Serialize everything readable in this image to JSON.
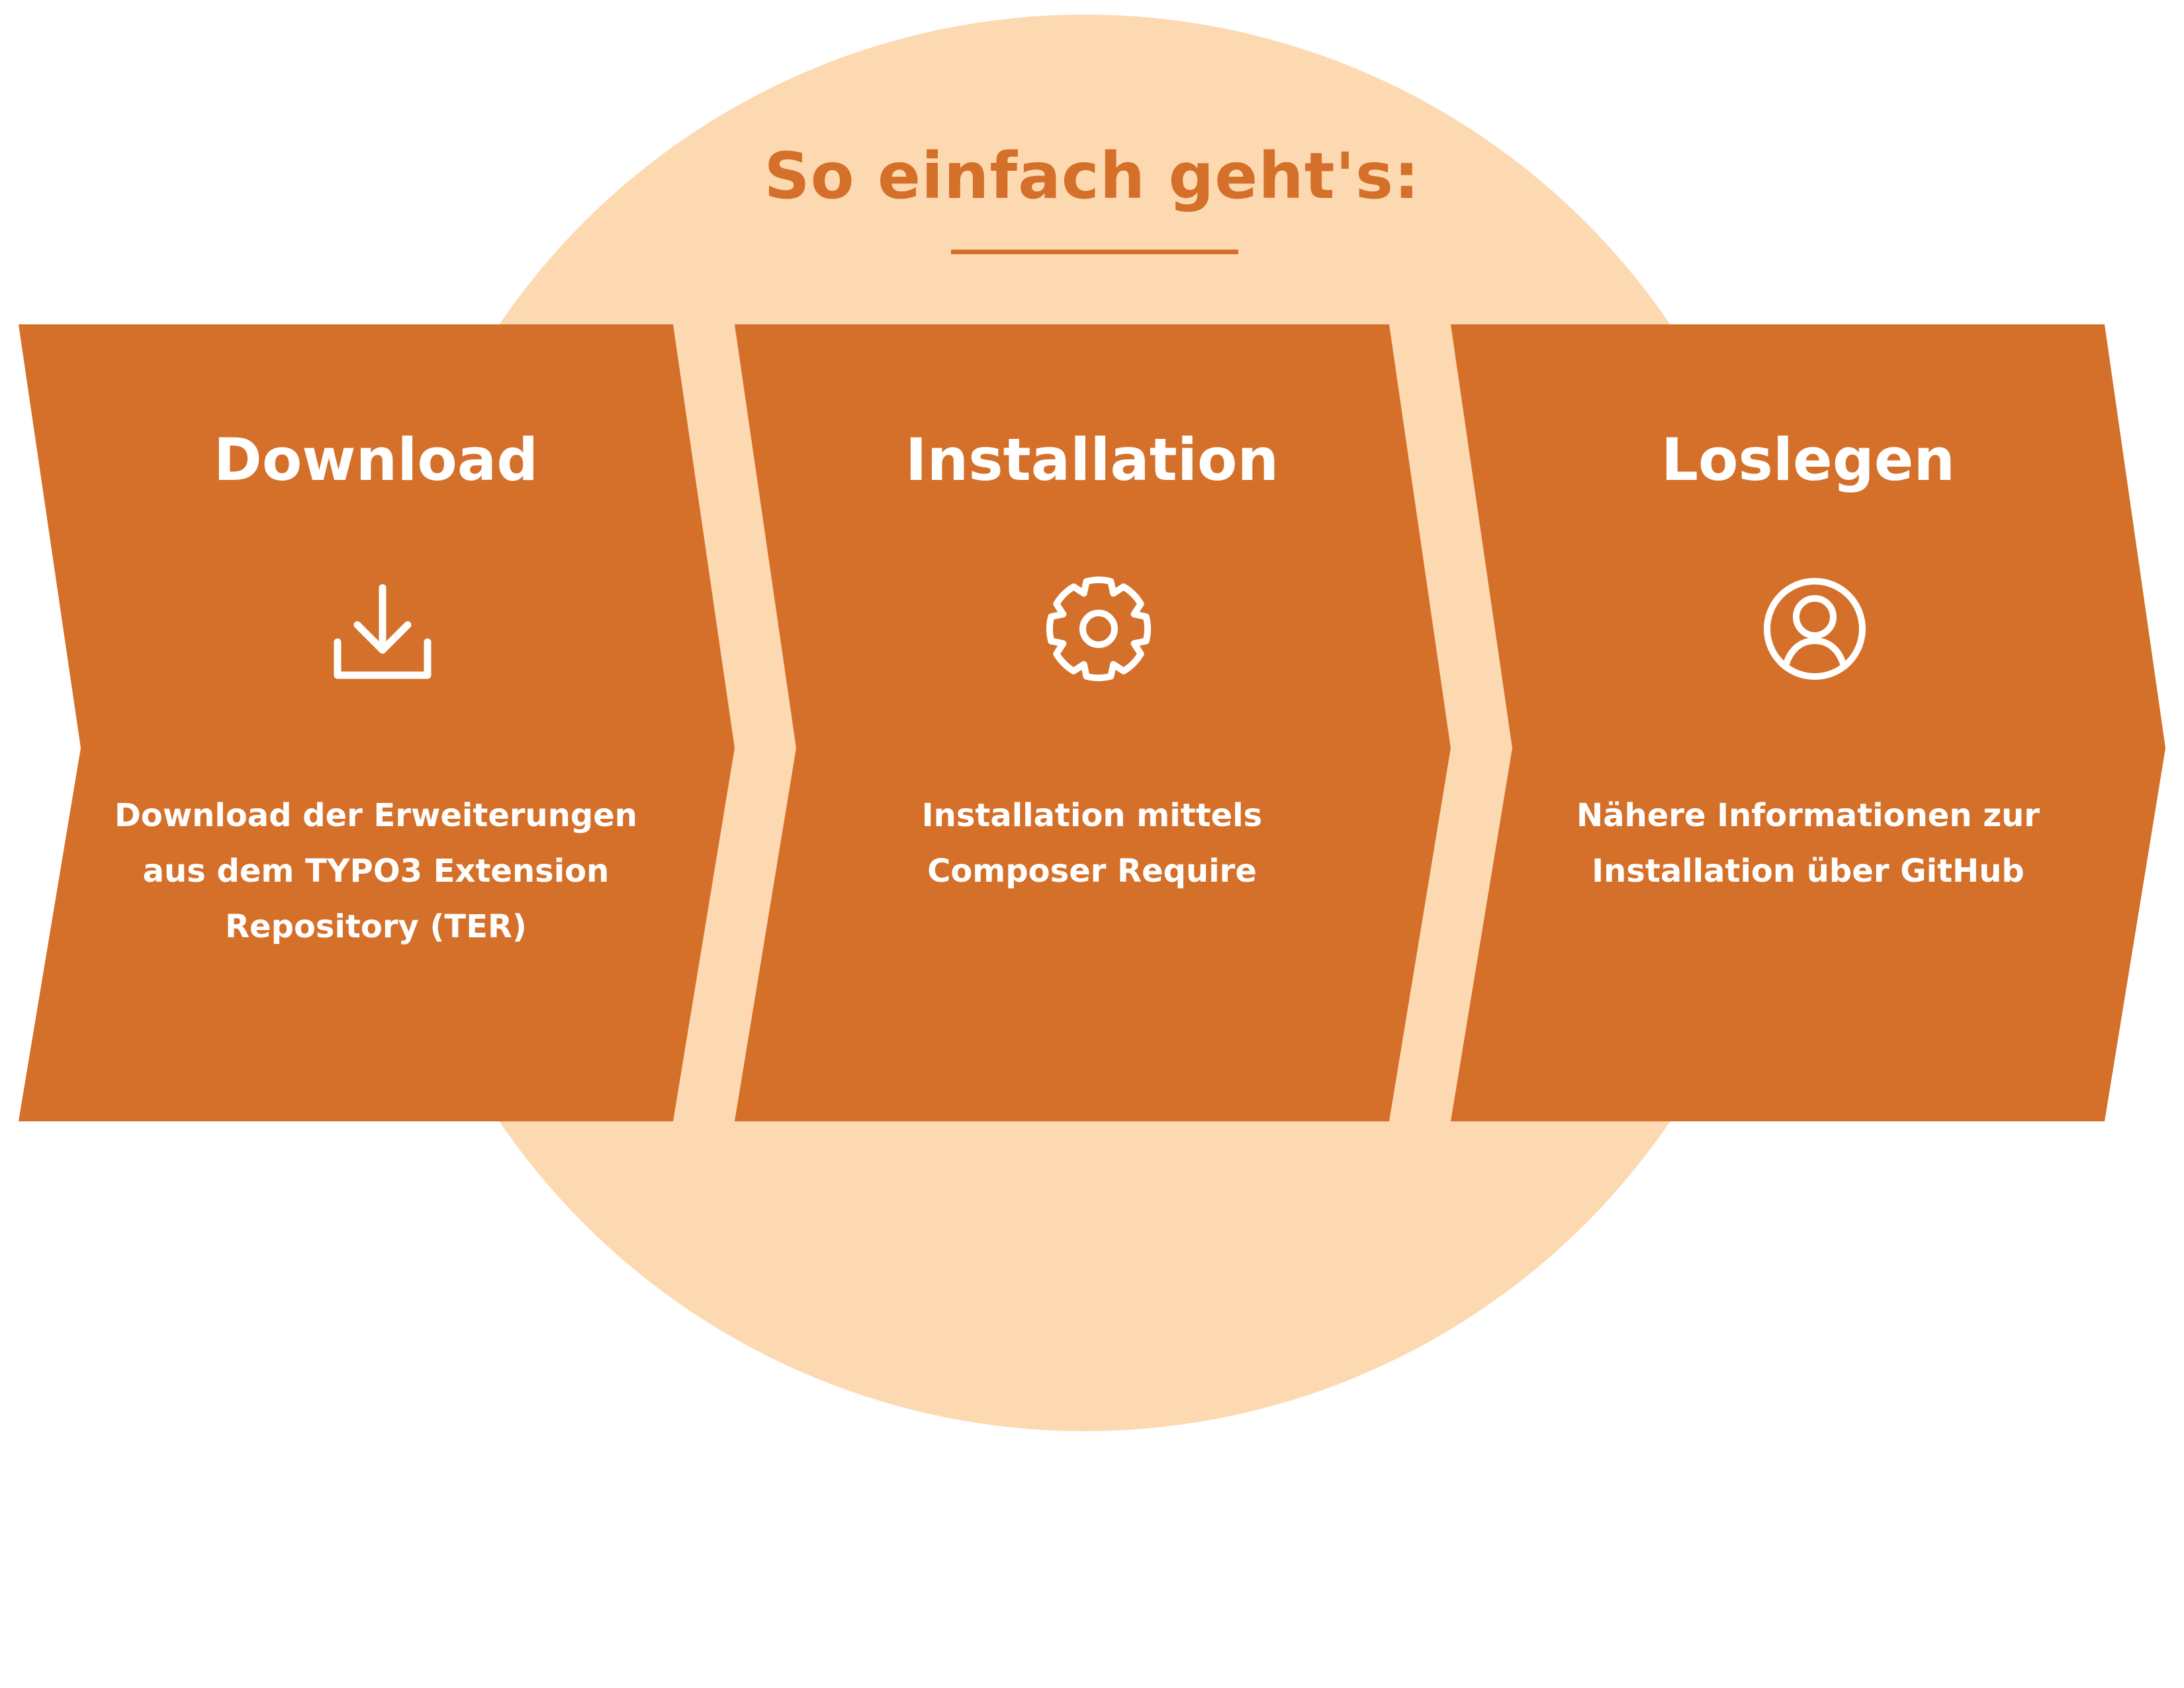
{
  "colors": {
    "circle": "#FDD9B1",
    "step": "#D4702A",
    "title": "#D4702A",
    "text": "#FFFFFF"
  },
  "title": "So einfach geht's:",
  "steps": [
    {
      "title": "Download",
      "icon": "download-icon",
      "description_lines": [
        "Download der Erweiterungen",
        "aus dem TYPO3 Extension",
        "Repository (TER)"
      ]
    },
    {
      "title": "Installation",
      "icon": "gear-icon",
      "description_lines": [
        "Installation mittels",
        "Composer Require"
      ]
    },
    {
      "title": "Loslegen",
      "icon": "user-circle-icon",
      "description_lines": [
        "Nähere Informationen zur",
        "Installation über GitHub"
      ]
    }
  ]
}
